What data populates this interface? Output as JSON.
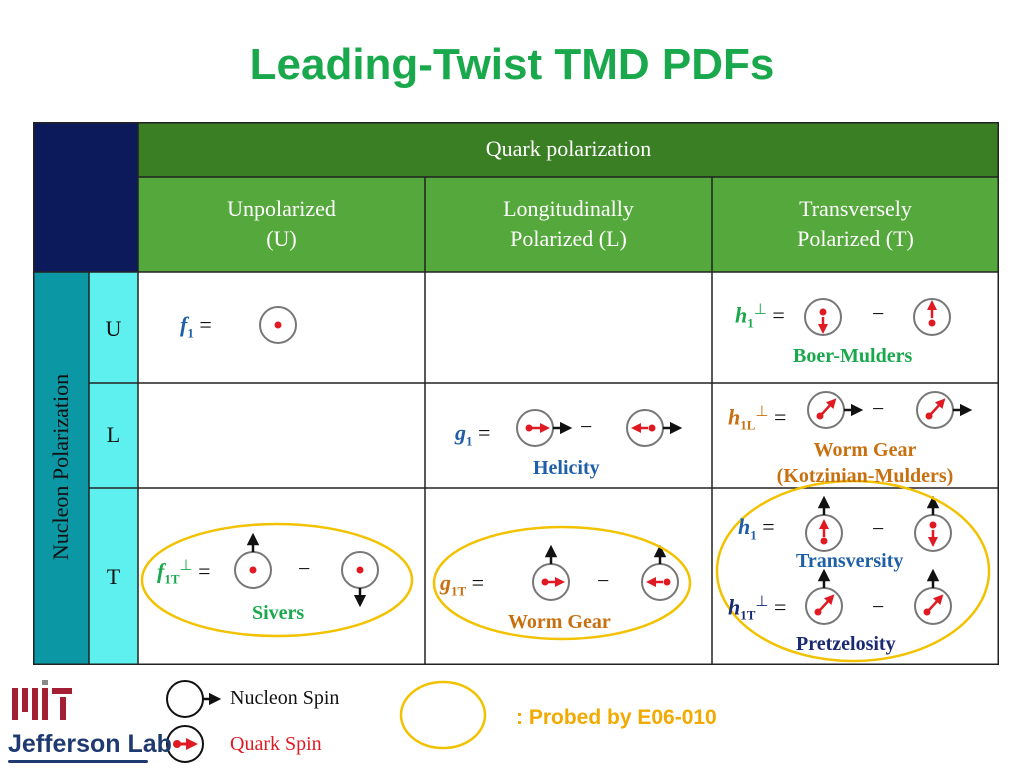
{
  "title": "Leading-Twist TMD PDFs",
  "header": {
    "quark_polarization": "Quark polarization",
    "col_u_line1": "Unpolarized",
    "col_u_line2": "(U)",
    "col_l_line1": "Longitudinally",
    "col_l_line2": "Polarized (L)",
    "col_t_line1": "Transversely",
    "col_t_line2": "Polarized (T)",
    "nucleon_polarization": "Nucleon Polarization"
  },
  "rows": {
    "u": "U",
    "l": "L",
    "t": "T"
  },
  "functions": {
    "f1": {
      "sym": "f",
      "sub": "1",
      "sup": ""
    },
    "h1perp": {
      "sym": "h",
      "sub": "1",
      "sup": "⊥",
      "name": "Boer-Mulders"
    },
    "g1": {
      "sym": "g",
      "sub": "1",
      "sup": "",
      "name": "Helicity"
    },
    "h1Lperp": {
      "sym": "h",
      "sub": "1L",
      "sup": "⊥",
      "name_line1": "Worm Gear",
      "name_line2": "(Kotzinian-Mulders)"
    },
    "f1Tperp": {
      "sym": "f",
      "sub": "1T",
      "sup": "⊥",
      "name": "Sivers"
    },
    "g1T": {
      "sym": "g",
      "sub": "1T",
      "sup": "",
      "name": "Worm Gear"
    },
    "h1": {
      "sym": "h",
      "sub": "1",
      "sup": "",
      "name": "Transversity"
    },
    "h1Tperp": {
      "sym": "h",
      "sub": "1T",
      "sup": "⊥",
      "name": "Pretzelosity"
    }
  },
  "equals": "=",
  "minus": "−",
  "legend": {
    "nucleon_spin": "Nucleon Spin",
    "quark_spin": "Quark Spin",
    "probed": ": Probed by E06-010"
  },
  "logos": {
    "mit": "MIT",
    "jlab": "Jefferson Lab"
  },
  "colors": {
    "title": "#1aa84c",
    "dark_navy": "#0c1a5c",
    "dark_green": "#3a7f24",
    "green": "#55a83c",
    "teal": "#0b97a3",
    "cyan": "#5ef0ef",
    "blue_text": "#1f5fa8",
    "orange_text": "#c87010",
    "green_text": "#1aa84c",
    "navy_text": "#1a2a72",
    "ellipse": "#f2c200",
    "quark_red": "#e01a22"
  }
}
